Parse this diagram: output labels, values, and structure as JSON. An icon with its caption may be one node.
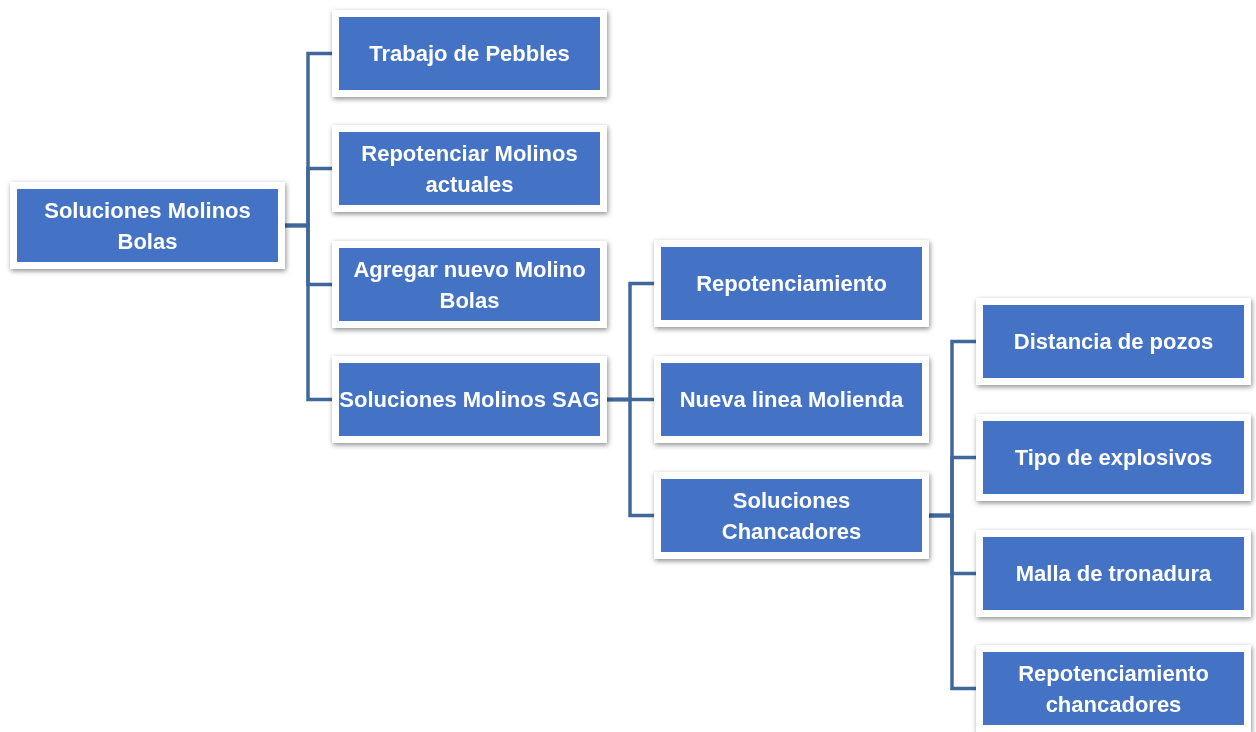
{
  "diagram": {
    "nodes": [
      {
        "text": [
          "Soluciones Molinos Bolas"
        ]
      },
      {
        "text": [
          "Trabajo de Pebbles"
        ]
      },
      {
        "text": [
          "Repotenciar Molinos actuales"
        ]
      },
      {
        "text": [
          "Agregar nuevo Molino Bolas"
        ]
      },
      {
        "text": [
          "Soluciones Molinos SAG"
        ]
      },
      {
        "text": [
          "Repotenciamiento"
        ]
      },
      {
        "text": [
          "Nueva linea Molienda"
        ]
      },
      {
        "text": [
          "Soluciones Chancadores"
        ]
      },
      {
        "text": [
          "Distancia de pozos"
        ]
      },
      {
        "text": [
          "Tipo de explosivos"
        ]
      },
      {
        "text": [
          "Malla de tronadura"
        ]
      },
      {
        "text": [
          "Repotenciamiento chancadores"
        ]
      }
    ],
    "edges": [
      {
        "from": 0,
        "to": 1,
        "arrow": "none"
      },
      {
        "from": 0,
        "to": 2,
        "arrow": "none"
      },
      {
        "from": 0,
        "to": 3,
        "arrow": "none"
      },
      {
        "from": 0,
        "to": 4,
        "arrow": "none"
      },
      {
        "from": 4,
        "to": 5,
        "arrow": "none"
      },
      {
        "from": 4,
        "to": 6,
        "arrow": "none"
      },
      {
        "from": 4,
        "to": 7,
        "arrow": "none"
      },
      {
        "from": 7,
        "to": 8,
        "arrow": "none"
      },
      {
        "from": 7,
        "to": 9,
        "arrow": "none"
      },
      {
        "from": 7,
        "to": 10,
        "arrow": "none"
      },
      {
        "from": 7,
        "to": 11,
        "arrow": "none"
      }
    ]
  }
}
